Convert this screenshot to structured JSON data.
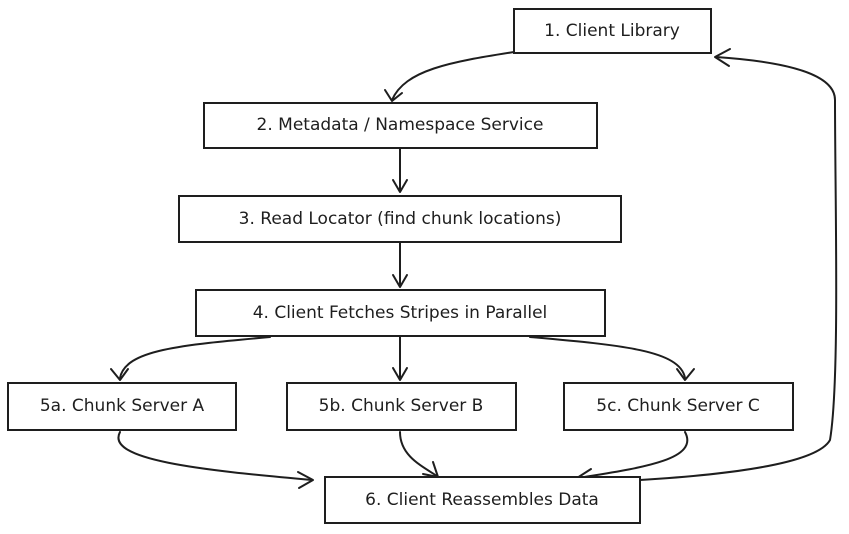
{
  "nodes": {
    "client_library": "1. Client Library",
    "metadata_service": "2. Metadata / Namespace Service",
    "read_locator": "3. Read Locator (find chunk locations)",
    "fetch_stripes": "4. Client Fetches Stripes in Parallel",
    "chunk_server_a": "5a. Chunk Server A",
    "chunk_server_b": "5b. Chunk Server B",
    "chunk_server_c": "5c. Chunk Server C",
    "reassemble": "6. Client Reassembles Data"
  },
  "colors": {
    "stroke": "#1e1e1e",
    "fill": "#ffffff"
  }
}
